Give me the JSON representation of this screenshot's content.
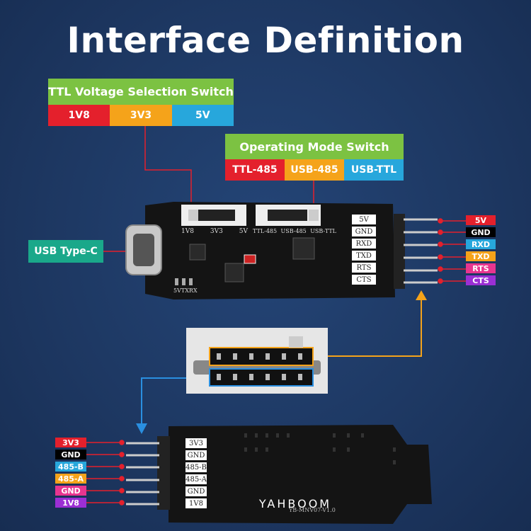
{
  "title": "Interface Definition",
  "ttl_switch": {
    "header": "TTL Voltage Selection Switch",
    "options": [
      {
        "label": "1V8",
        "color": "#e4202c"
      },
      {
        "label": "3V3",
        "color": "#f5a31a"
      },
      {
        "label": "5V",
        "color": "#27a7dc"
      }
    ]
  },
  "mode_switch": {
    "header": "Operating Mode Switch",
    "options": [
      {
        "label": "TTL-485",
        "color": "#e4202c"
      },
      {
        "label": "USB-485",
        "color": "#f5a31a"
      },
      {
        "label": "USB-TTL",
        "color": "#27a7dc"
      }
    ]
  },
  "usb_label": "USB Type-C",
  "board_top": {
    "silk_ttl": [
      "1V8",
      "3V3",
      "5V"
    ],
    "silk_mode": [
      "TTL-485",
      "USB-485",
      "USB-TTL"
    ],
    "silk_leds": "5VTXRX",
    "pin_boxes": [
      "5V",
      "GND",
      "RXD",
      "TXD",
      "RTS",
      "CTS"
    ]
  },
  "right_pins": [
    {
      "label": "5V",
      "color": "#e4202c"
    },
    {
      "label": "GND",
      "color": "#000000"
    },
    {
      "label": "RXD",
      "color": "#27a7dc"
    },
    {
      "label": "TXD",
      "color": "#f5a31a"
    },
    {
      "label": "RTS",
      "color": "#e8358f"
    },
    {
      "label": "CTS",
      "color": "#9b2fd4"
    }
  ],
  "board_bottom": {
    "pin_boxes": [
      "3V3",
      "GND",
      "485-B",
      "485-A",
      "GND",
      "1V8"
    ],
    "brand": "YAHBOOM",
    "model": "YB-MNV07-V1.0"
  },
  "left_pins": [
    {
      "label": "3V3",
      "color": "#e4202c"
    },
    {
      "label": "GND",
      "color": "#000000"
    },
    {
      "label": "485-B",
      "color": "#27a7dc"
    },
    {
      "label": "485-A",
      "color": "#f5a31a"
    },
    {
      "label": "GND",
      "color": "#e8358f"
    },
    {
      "label": "1V8",
      "color": "#9b2fd4"
    }
  ],
  "colors": {
    "background": "#1d3761",
    "header_green": "#7cc242",
    "usb_teal": "#1aa88a",
    "lead_red": "#e4202c",
    "arrow_orange": "#f5a31a",
    "arrow_blue": "#2a8fe0"
  }
}
